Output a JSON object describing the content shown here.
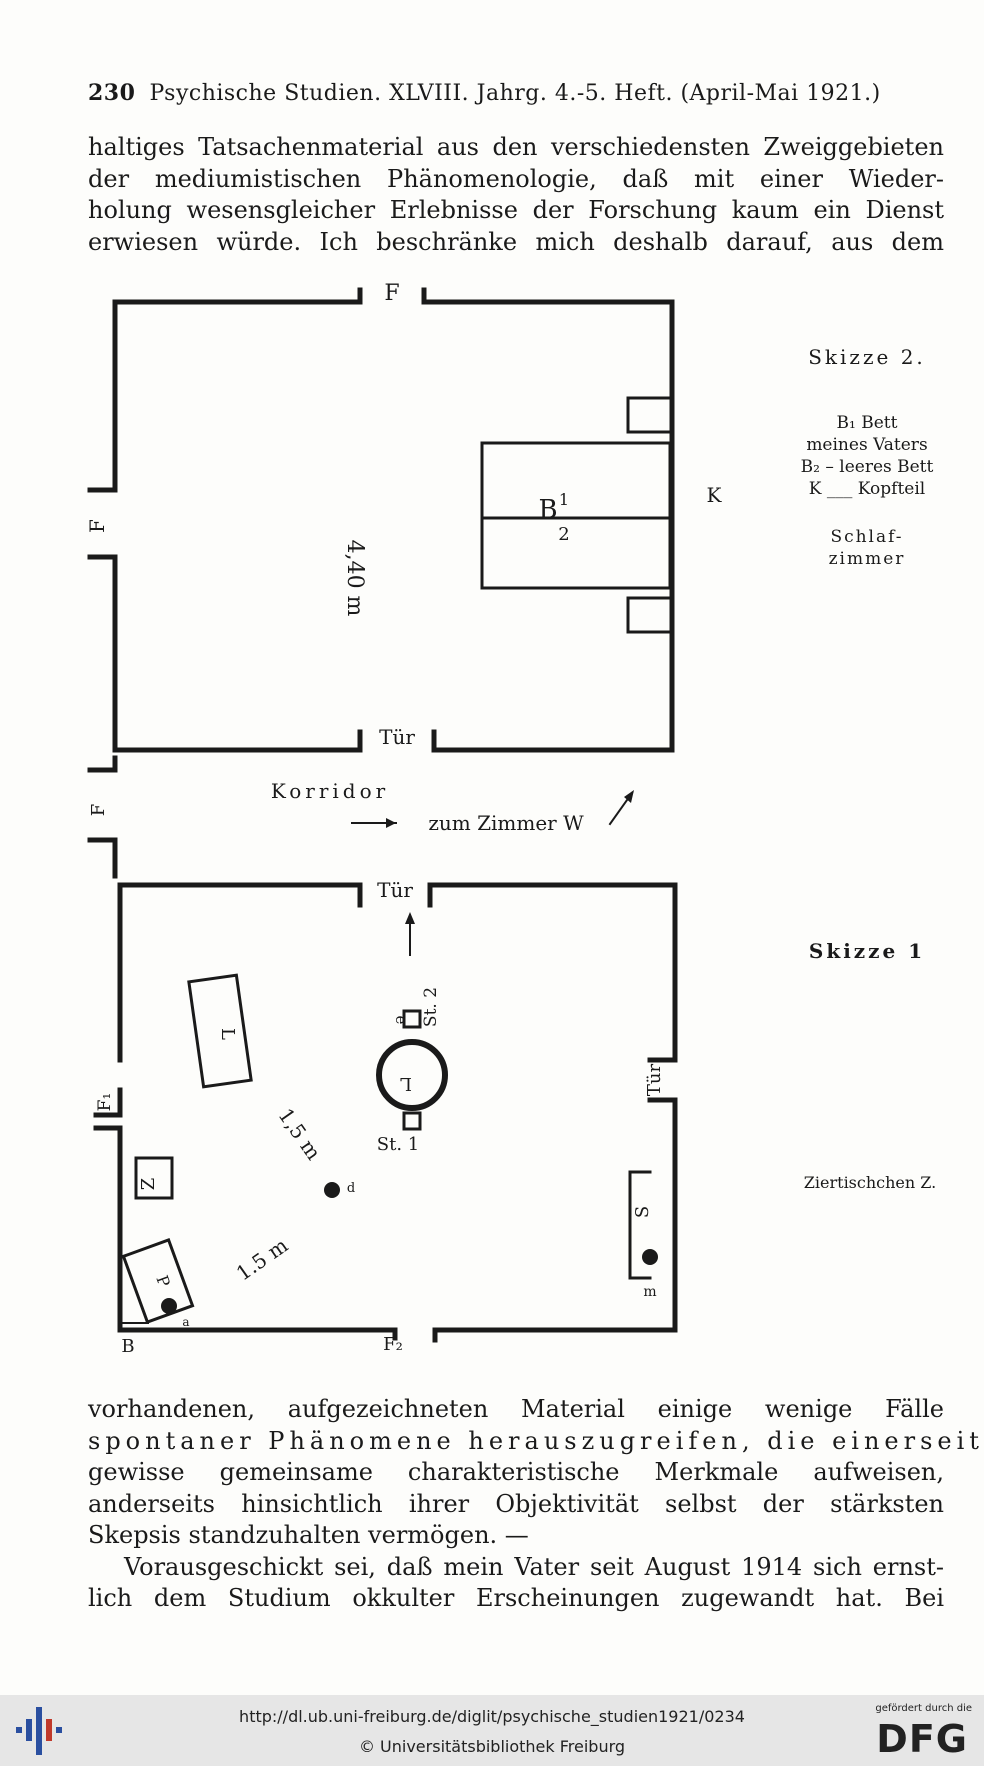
{
  "header": {
    "page_number": "230",
    "running_title": "Psychische Studien. XLVIII. Jahrg. 4.-5. Heft. (April-Mai 1921.)"
  },
  "paragraph_top": [
    "haltiges Tatsachenmaterial aus den verschiedensten Zweiggebieten",
    "der mediumistischen Phänomenologie, daß mit einer Wieder-",
    "holung wesensgleicher Erlebnisse der Forschung kaum ein Dienst",
    "erwiesen würde. Ich beschränke mich deshalb darauf, aus dem"
  ],
  "sketch2": {
    "title": "Skizze 2.",
    "legend": [
      "B₁  Bett",
      "meines Vaters",
      "B₂ – leeres Bett",
      "K ___ Kopfteil"
    ],
    "room": [
      "Schlaf-",
      "zimmer"
    ],
    "label_F_top": "F",
    "label_F_left": "F",
    "label_dimension": "4,40 m",
    "label_bed_B": "B",
    "label_bed_1": "1",
    "label_bed_2": "2",
    "label_K": "K",
    "label_door": "Tür"
  },
  "corridor": {
    "label": "Korridor",
    "direction": "zum Zimmer W",
    "label_F": "F"
  },
  "sketch1": {
    "title": "Skizze 1",
    "note": "Ziertischchen Z.",
    "label_door_top": "Tür",
    "label_door_right": "Tür",
    "label_F1": "F₁",
    "label_F2": "F₂",
    "label_L_box": "L",
    "label_L_table": "L",
    "label_e": "e",
    "label_st2": "St. 2",
    "label_st1": "St. 1",
    "label_d": "d",
    "label_Z": "Z",
    "label_P": "P",
    "label_a": "a",
    "label_B": "B",
    "label_S": "S",
    "label_m": "m",
    "dim_1": "1,5 m",
    "dim_2": "1.5 m"
  },
  "paragraph_bottom": [
    "vorhandenen, aufgezeichneten Material einige wenige Fälle",
    "spontaner Phänomene herauszugreifen, die einerseits",
    "gewisse gemeinsame charakteristische Merkmale aufweisen,",
    "anderseits hinsichtlich ihrer Objektivität selbst der stärksten",
    "Skepsis standzuhalten vermögen. —",
    "Vorausgeschickt sei, daß mein Vater seit August 1914 sich ernst-",
    "lich dem Studium okkulter Erscheinungen zugewandt hat. Bei"
  ],
  "footer": {
    "url": "http://dl.ub.uni-freiburg.de/diglit/psychische_studien1921/0234",
    "copyright": "© Universitätsbibliothek Freiburg",
    "dfg_note": "gefördert durch die",
    "dfg": "DFG"
  }
}
